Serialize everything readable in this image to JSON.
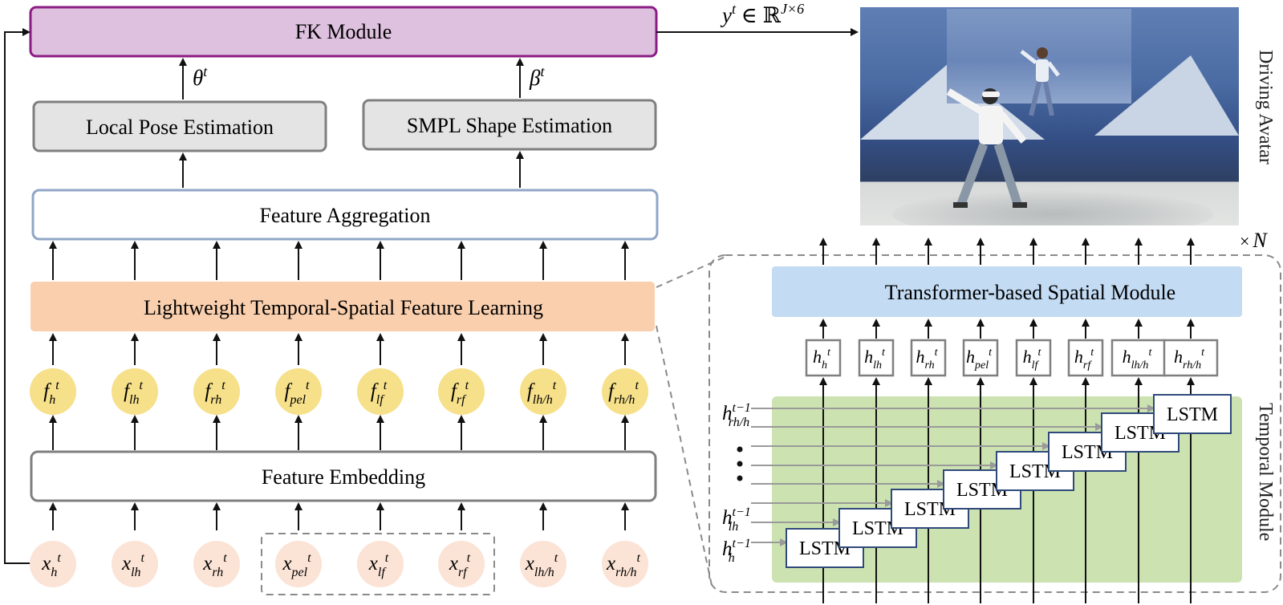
{
  "modules": {
    "fk": "FK Module",
    "local_pose": "Local Pose Estimation",
    "smpl_shape": "SMPL Shape Estimation",
    "feature_aggregation": "Feature Aggregation",
    "ltsfl": "Lightweight Temporal-Spatial Feature Learning",
    "feature_embedding": "Feature Embedding",
    "spatial": "Transformer-based Spatial Module",
    "lstm": "LSTM"
  },
  "math": {
    "output": {
      "base": "y",
      "sup": "t",
      "rest": " ∈ ℝ",
      "rest_sup": "J×6"
    },
    "theta": {
      "base": "θ",
      "sup": "t"
    },
    "beta": {
      "base": "β",
      "sup": "t"
    },
    "times_n": {
      "times": "×",
      "n": "N"
    }
  },
  "subscripts": [
    "h",
    "lh",
    "rh",
    "pel",
    "lf",
    "rf",
    "lh/h",
    "rh/h"
  ],
  "inputs": {
    "base": "x",
    "sup": "t"
  },
  "features": {
    "base": "f",
    "sup": "t"
  },
  "hidden": {
    "base": "h",
    "sup": "t"
  },
  "prev_hidden": [
    {
      "base": "h",
      "sub": "rh/h",
      "sup": "t−1"
    },
    {
      "base": "h",
      "sub": "lh",
      "sup": "t−1"
    },
    {
      "base": "h",
      "sub": "h",
      "sup": "t−1"
    }
  ],
  "side_labels": {
    "driving_avatar": "Driving Avatar",
    "temporal_module": "Temporal Module"
  },
  "colors": {
    "fk_fill": "#dec0df",
    "fk_stroke": "#8b1c83",
    "gray_fill": "#e4e4e4",
    "gray_stroke": "#7f7f7f",
    "agg_stroke": "#8fa6c7",
    "ltsfl_fill": "#f9cfad",
    "feature_circle": "#f6e08a",
    "input_circle": "#fbe3d5",
    "spatial_fill": "#c3dbf3",
    "temporal_fill": "#cce3b1",
    "lstm_stroke": "#2f4a7a"
  }
}
